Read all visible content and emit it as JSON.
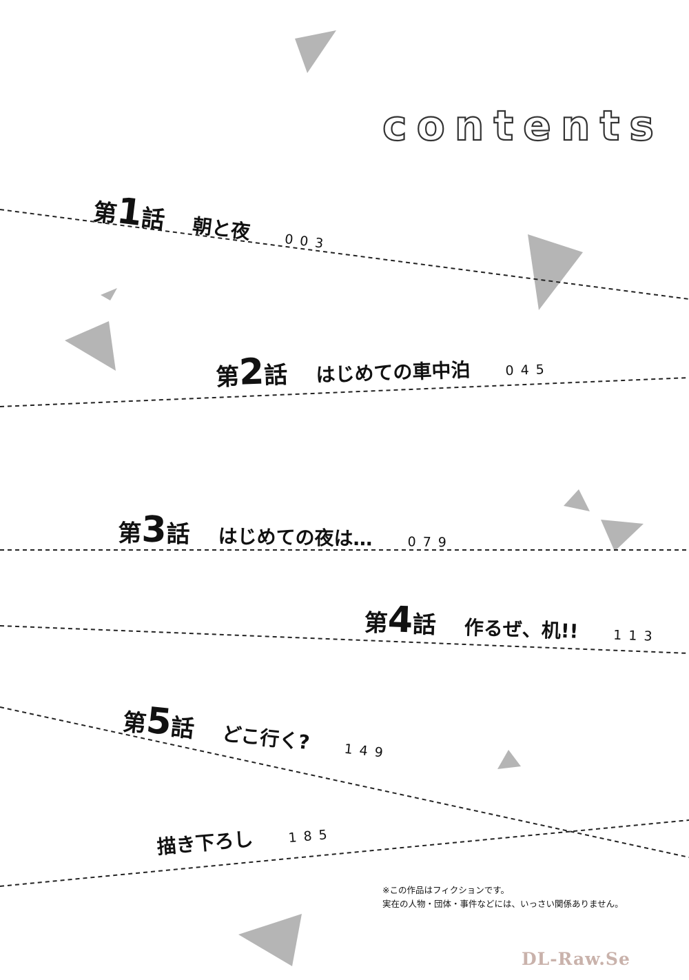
{
  "heading": "contents",
  "episodes": [
    {
      "prefix": "第",
      "number": "1",
      "suffix": "話",
      "title": "朝と夜",
      "page": "003"
    },
    {
      "prefix": "第",
      "number": "2",
      "suffix": "話",
      "title": "はじめての車中泊",
      "page": "045"
    },
    {
      "prefix": "第",
      "number": "3",
      "suffix": "話",
      "title": "はじめての夜は…",
      "page": "079"
    },
    {
      "prefix": "第",
      "number": "4",
      "suffix": "話",
      "title": "作るぜ、机!!",
      "page": "113"
    },
    {
      "prefix": "第",
      "number": "5",
      "suffix": "話",
      "title": "どこ行く?",
      "page": "149"
    }
  ],
  "extra": {
    "title": "描き下ろし",
    "page": "185"
  },
  "notes": [
    "※この作品はフィクションです。",
    "実在の人物・団体・事件などには、いっさい関係ありません。"
  ],
  "watermark": "DL-Raw.Se",
  "colors": {
    "triangle": "#b5b5b5",
    "watermark": "#c9b2ab",
    "line": "#222222"
  }
}
